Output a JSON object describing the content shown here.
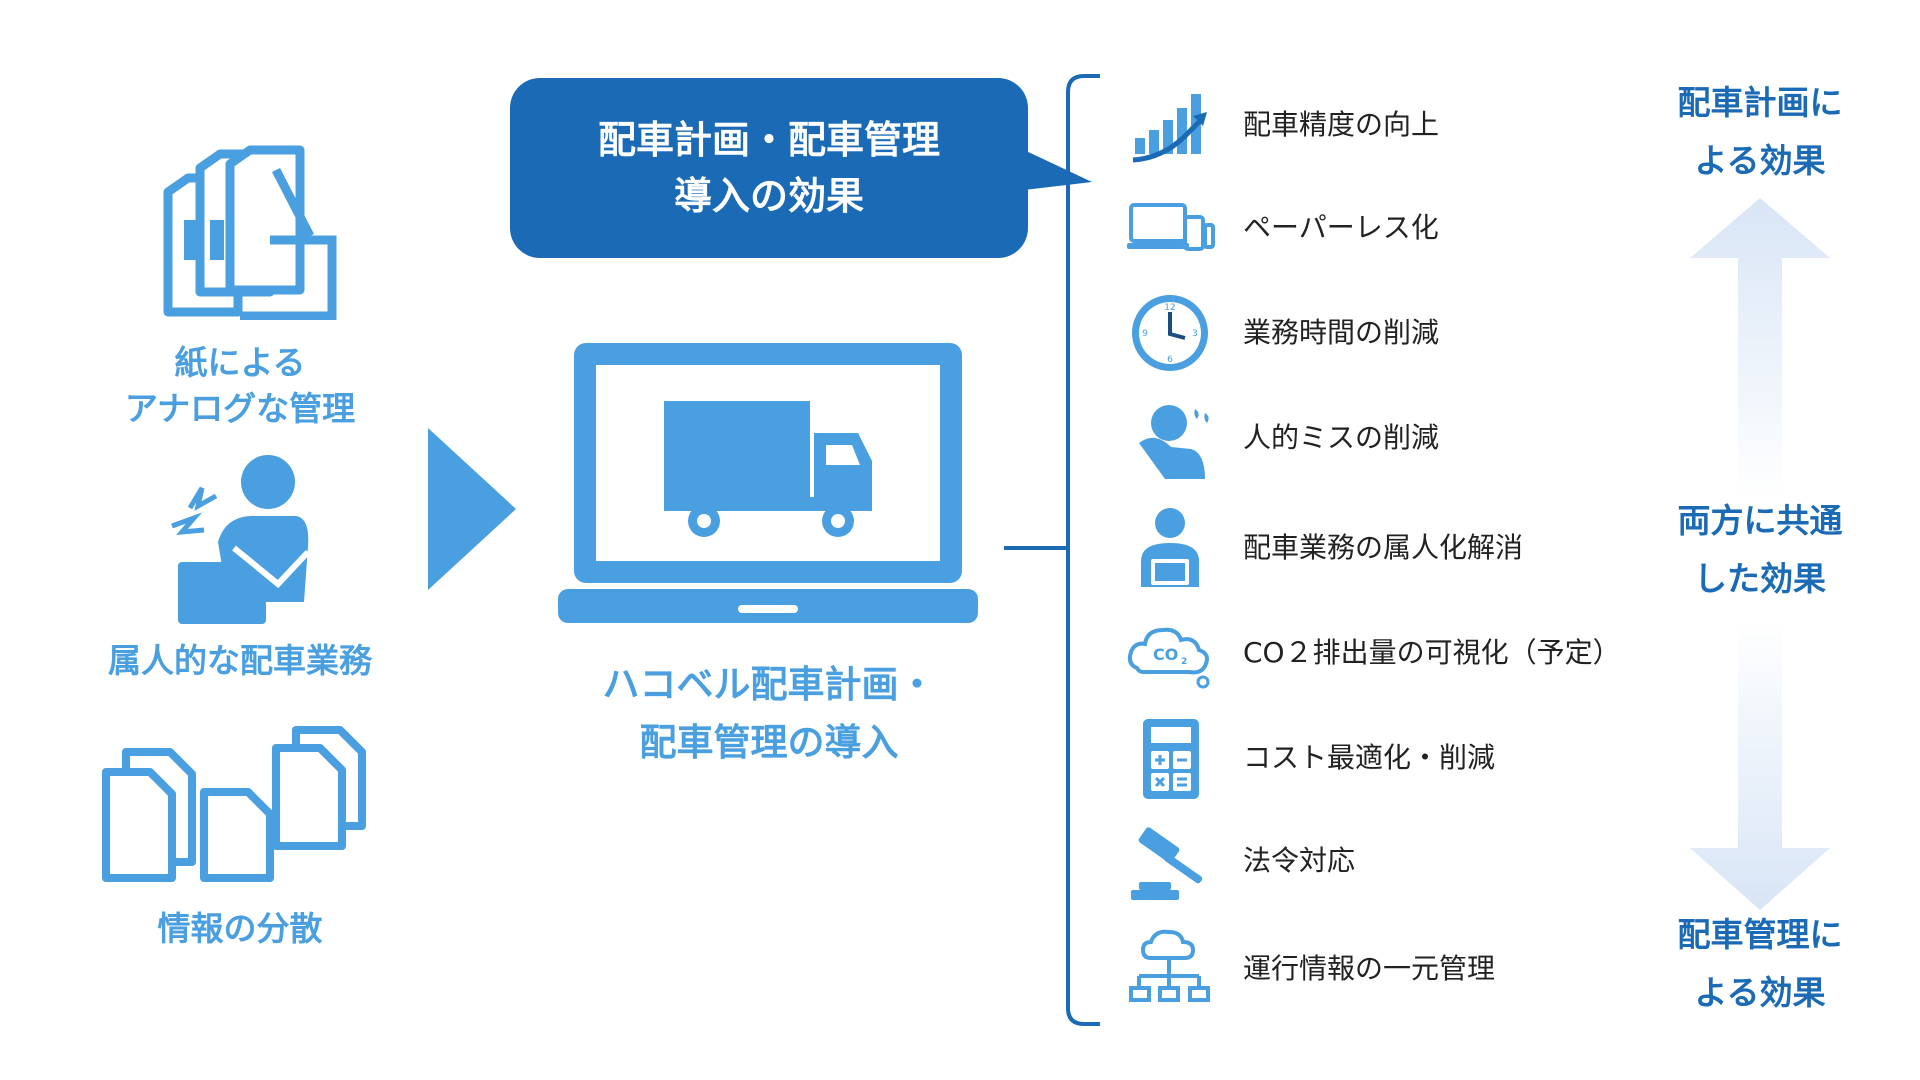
{
  "before": {
    "paper_label": [
      "紙による",
      "アナログな管理"
    ],
    "person_label": "属人的な配車業務",
    "info_label": "情報の分散"
  },
  "callout": {
    "title_lines": [
      "配車計画・配車管理",
      "導入の効果"
    ]
  },
  "center": {
    "caption_lines": [
      "ハコベル配車計画・",
      "配車管理の導入"
    ]
  },
  "effects": [
    {
      "icon": "bar-chart-growth-icon",
      "label": "配車精度の向上"
    },
    {
      "icon": "devices-icon",
      "label": "ペーパーレス化"
    },
    {
      "icon": "clock-icon",
      "label": "業務時間の削減"
    },
    {
      "icon": "worried-person-icon",
      "label": "人的ミスの削減"
    },
    {
      "icon": "person-laptop-icon",
      "label": "配車業務の属人化解消"
    },
    {
      "icon": "co2-cloud-icon",
      "label": "CO２排出量の可視化（予定）"
    },
    {
      "icon": "calculator-icon",
      "label": "コスト最適化・削減"
    },
    {
      "icon": "gavel-icon",
      "label": "法令対応"
    },
    {
      "icon": "cloud-network-icon",
      "label": "運行情報の一元管理"
    }
  ],
  "scope": {
    "top": [
      "配車計画に",
      "よる効果"
    ],
    "middle": [
      "両方に共通",
      "した効果"
    ],
    "bottom": [
      "配車管理に",
      "よる効果"
    ]
  },
  "colors": {
    "light_blue": "#4a9fe0",
    "dark_blue": "#1a6ab5",
    "arrow_gradient": "#dbe7f7"
  }
}
